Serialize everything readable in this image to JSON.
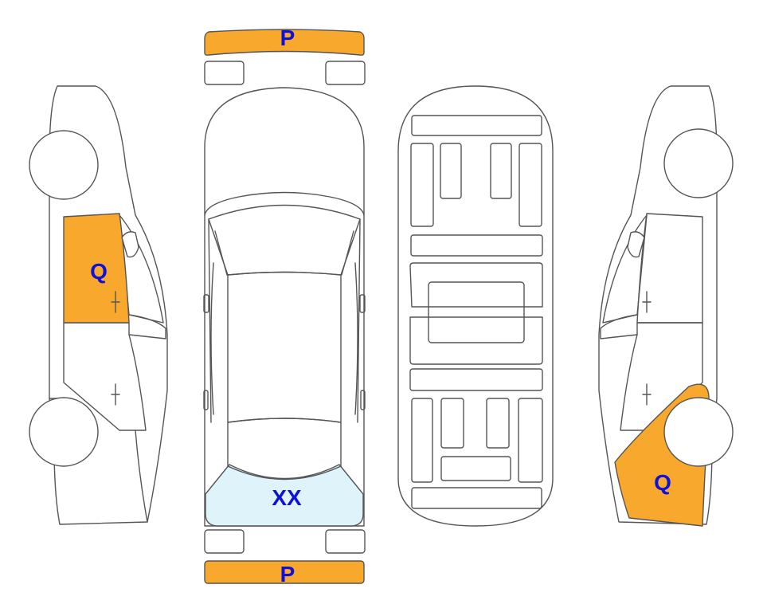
{
  "colors": {
    "damage": "#F9A82E",
    "glass_damage": "#DFF4FA",
    "label": "#1010D8",
    "outline": "#555555"
  },
  "marks": {
    "front_bumper": "P",
    "rear_bumper": "P",
    "left_front_door": "Q",
    "right_rear_quarter": "Q",
    "rear_window": "XX"
  }
}
